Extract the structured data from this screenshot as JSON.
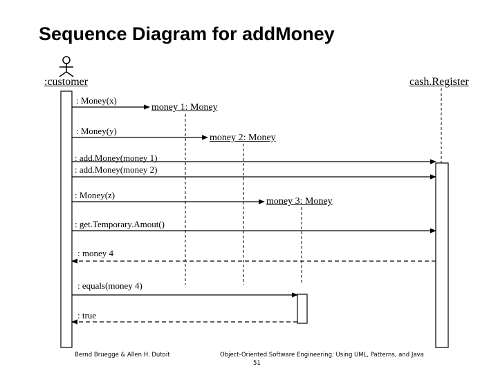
{
  "title": "Sequence Diagram for addMoney",
  "objects": {
    "customer": ":customer",
    "cash_register": "cash.Register",
    "money1": "money 1: Money",
    "money2": "money 2: Money",
    "money3": "money 3: Money"
  },
  "messages": [
    ": Money(x)",
    ": Money(y)",
    ": add.Money(money 1)",
    ": add.Money(money 2)",
    ": Money(z)",
    ": get.Temporary.Amout()",
    ": money 4",
    ": equals(money 4)",
    ": true"
  ],
  "footer": {
    "left": "Bernd Bruegge & Allen H. Dutoit",
    "right": "Object-Oriented Software Engineering: Using UML, Patterns, and Java",
    "page": "51"
  }
}
